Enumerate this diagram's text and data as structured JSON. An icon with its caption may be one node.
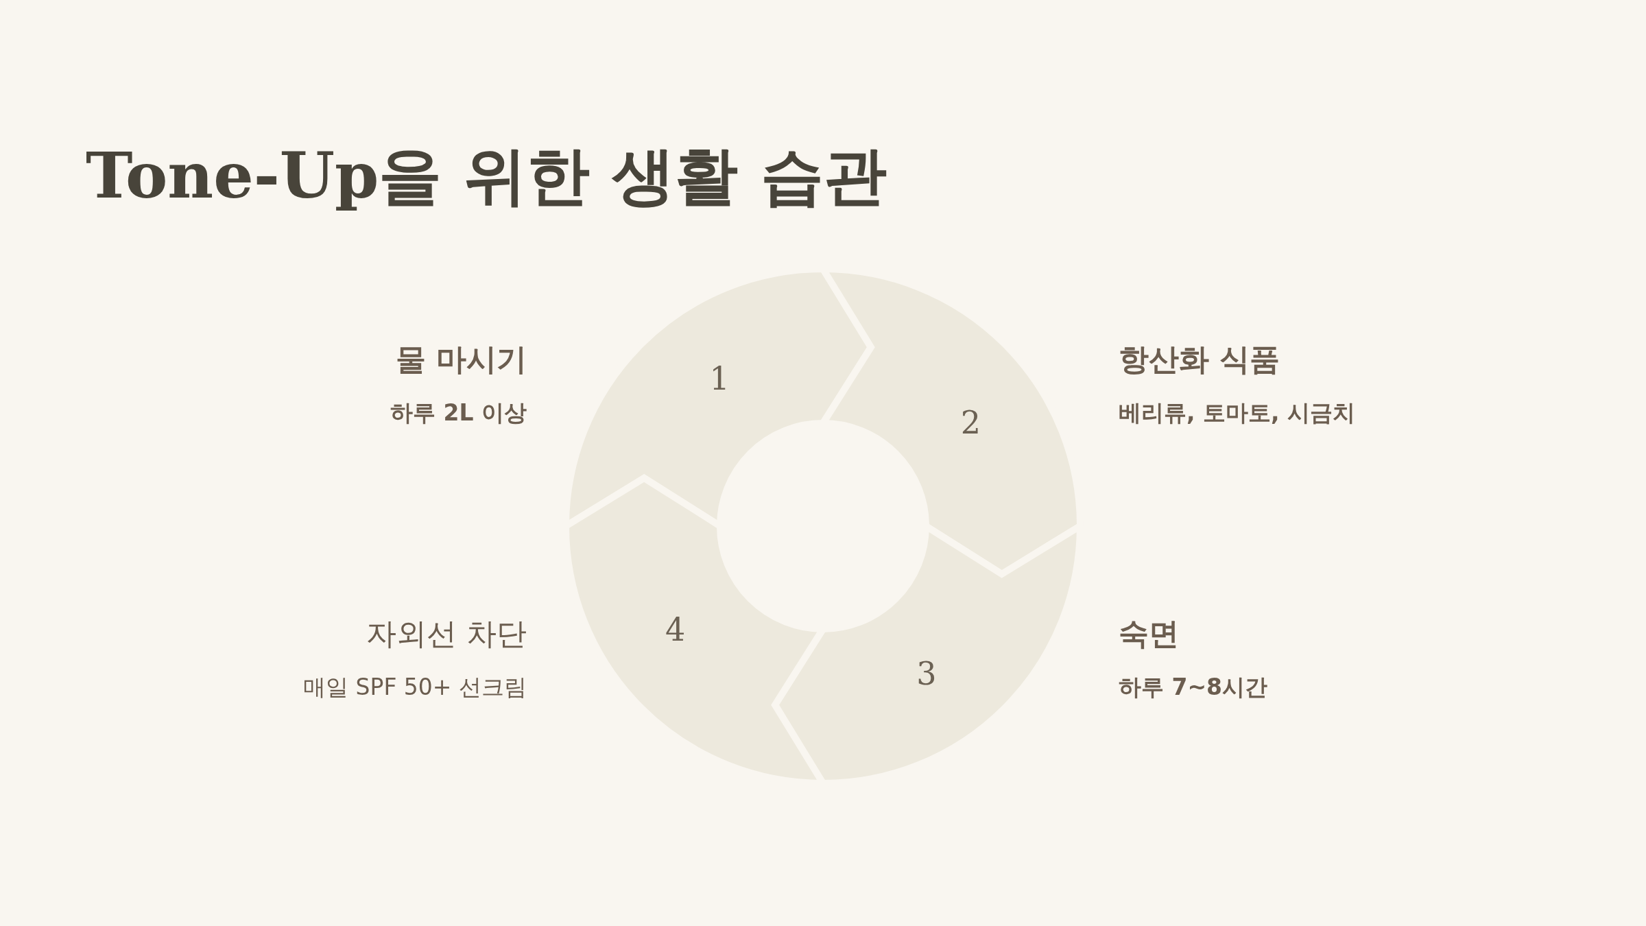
{
  "diagram": {
    "title": "Tone-Up을 위한 생활 습관",
    "nodes": [
      {
        "text": [
          "1"
        ],
        "beside": [
          "물 마시기",
          "하루 2L 이상"
        ]
      },
      {
        "text": [
          "2"
        ],
        "beside": [
          "항산화 식품",
          "베리류, 토마토, 시금치"
        ]
      },
      {
        "text": [
          "3"
        ],
        "beside": [
          "숙면",
          "하루 7~8시간"
        ]
      },
      {
        "text": [
          "4"
        ],
        "beside": [
          "자외선 차단",
          "매일 SPF 50+ 선크림"
        ]
      }
    ]
  }
}
